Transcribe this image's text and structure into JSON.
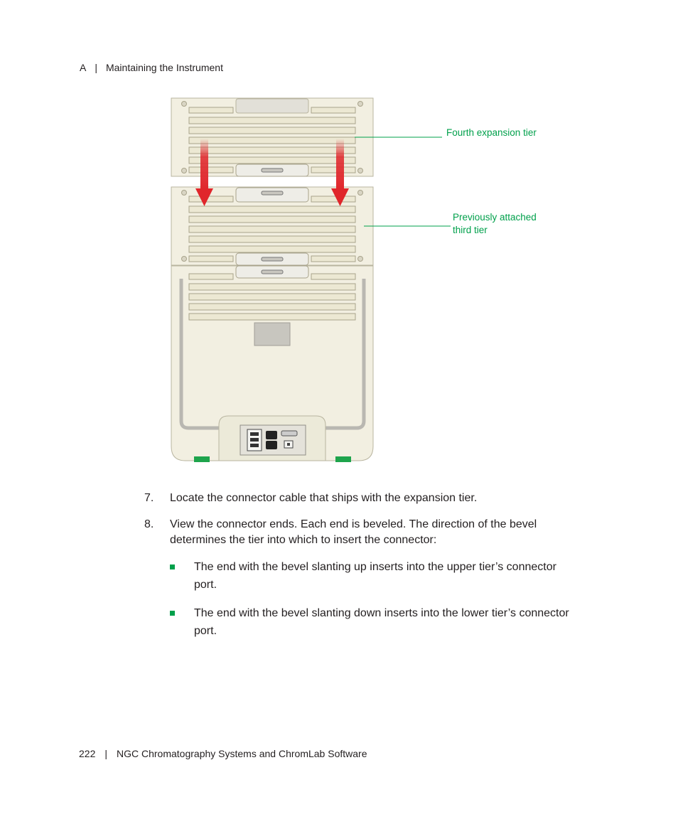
{
  "header": {
    "section": "A",
    "separator": "|",
    "title": "Maintaining the Instrument"
  },
  "figure": {
    "callouts": {
      "fourth_tier": "Fourth expansion tier",
      "third_tier_line1": "Previously attached",
      "third_tier_line2": "third tier"
    },
    "colors": {
      "callout": "#00a04b",
      "arrow": "#e0262b",
      "chassis": "#f2efe1",
      "foot": "#1ea44c"
    }
  },
  "steps": [
    {
      "number": "7.",
      "text": "Locate the connector cable that ships with the expansion tier."
    },
    {
      "number": "8.",
      "line1": "View the connector ends. Each end is beveled. The direction of the bevel",
      "line2": "determines the tier into which to insert the connector:"
    }
  ],
  "bullets": [
    {
      "line1": "The end with the bevel slanting up inserts into the upper tier’s connector",
      "line2": "port."
    },
    {
      "line1": "The end with the bevel slanting down inserts into the lower tier’s connector",
      "line2": "port."
    }
  ],
  "footer": {
    "page": "222",
    "separator": "|",
    "title": "NGC Chromatography Systems and ChromLab Software"
  }
}
